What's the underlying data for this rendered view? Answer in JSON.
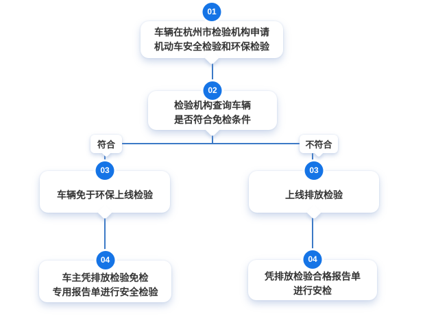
{
  "diagram": {
    "title": "vehicle-inspection-exemption-flow",
    "nodes": [
      {
        "badge": "01",
        "lines": [
          "车辆在杭州市检验机构申请",
          "机动车安全检验和环保检验"
        ]
      },
      {
        "badge": "02",
        "lines": [
          "检验机构查询车辆",
          "是否符合免检条件"
        ]
      },
      {
        "badge": "03",
        "lines": [
          "车辆免于环保上线检验"
        ]
      },
      {
        "badge": "03",
        "lines": [
          "上线排放检验"
        ]
      },
      {
        "badge": "04",
        "lines": [
          "车主凭排放检验免检",
          "专用报告单进行安全检验"
        ]
      },
      {
        "badge": "04",
        "lines": [
          "凭排放检验合格报告单",
          "进行安检"
        ]
      }
    ],
    "branch": {
      "left_label": "符合",
      "right_label": "不符合"
    },
    "colors": {
      "badge_blue": "#1574e6",
      "connector_blue": "#3b79c6",
      "box_background": "#ffffff",
      "text": "#333333"
    }
  }
}
